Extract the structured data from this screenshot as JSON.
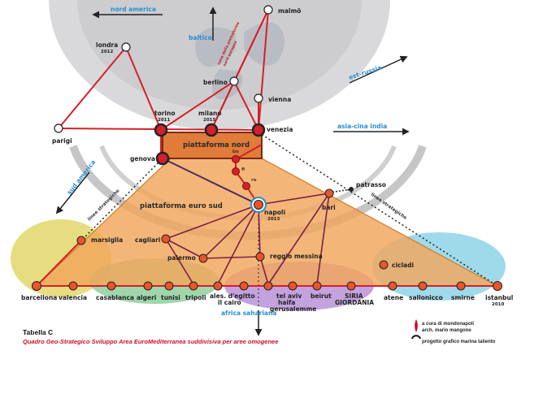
{
  "cities": {
    "malmo": "malmö",
    "londra": "londra",
    "londra_year": "2012",
    "berlino": "berlino",
    "vienna": "vienna",
    "parigi": "parigi",
    "torino": "torino",
    "torino_year": "2011",
    "milano": "milano",
    "milano_year": "2015",
    "venezia": "venezia",
    "genova": "genova",
    "bo": "bo",
    "fi": "fi",
    "ro": "ro",
    "napoli": "napoli",
    "napoli_year": "2013",
    "bari": "bari",
    "patrasso": "patrasso",
    "marsiglia": "marsiglia",
    "cagliari": "cagliari",
    "palermo": "palermo",
    "reggio_messina": "reggio messina",
    "cicladi": "cicladi",
    "barcellona": "barcellona",
    "valencia": "valencia",
    "casablanca": "casablanca",
    "algeri": "algeri",
    "tunisi": "tunisi",
    "tripoli": "tripoli",
    "ales_line1": "ales. d'egitto",
    "ales_line2": "il cairo",
    "telaviv_line1": "tel aviv",
    "telaviv_line2": "haifa",
    "telaviv_line3": "gerusalemme",
    "beirut": "beirut",
    "siria_line1": "SIRIA",
    "siria_line2": "GIORDANIA",
    "atene": "atene",
    "salonicco": "sallonicco",
    "smirne": "smirne",
    "istanbul": "istanbul",
    "istanbul_year": "2010"
  },
  "directions": {
    "nord_america": "nord america",
    "baltico": "baltico",
    "est_russia": "est-russia",
    "asia_cina_india": "asia-cina india",
    "sud_america": "sud america",
    "africa_sahariana": "africa sahariana"
  },
  "platforms": {
    "nord": "piattaforma nord",
    "euro_sud": "piattaforma euro sud"
  },
  "lines": {
    "linee_strategiche_left": "linee strategiche",
    "linee_strategiche_right": "linee strategiche",
    "corridor_1": "cono della piattaforma",
    "corridor_2": "nord europea"
  },
  "caption": {
    "title": "Tabella C",
    "subtitle": "Quadro Geo-Strategico Sviluppo Area EuroMediterranea suddivisiva per aree omogenee"
  },
  "credits": {
    "line1": "a cura di mondonapoli",
    "line2": "arch. mario mangone",
    "line3": "progetto grafico marina taliento"
  },
  "colors": {
    "route_red": "#d4202a",
    "node_orange": "#e8552b",
    "triangle_orange": "#f2a65a",
    "north_zone_gray": "#c9c9cc",
    "direction_blue": "#2a8fd1"
  }
}
